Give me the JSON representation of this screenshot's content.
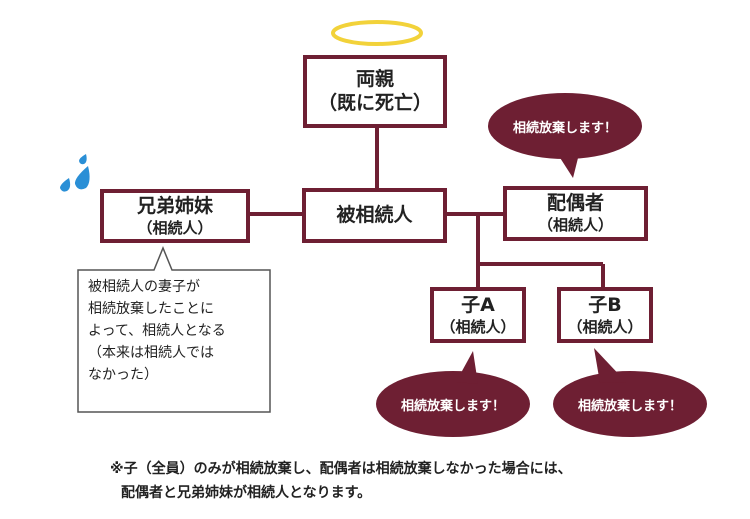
{
  "nodes": {
    "parents": {
      "name": "両親",
      "note": "（既に死亡）"
    },
    "decedent": {
      "name": "被相続人"
    },
    "siblings": {
      "name": "兄弟姉妹",
      "status": "（相続人）"
    },
    "spouse": {
      "name": "配偶者",
      "status": "（相続人）"
    },
    "child_a": {
      "name": "子A",
      "status": "（相続人）"
    },
    "child_b": {
      "name": "子B",
      "status": "（相続人）"
    }
  },
  "bubbles": {
    "spouse": "相続放棄します！",
    "child_a": "相続放棄します！",
    "child_b": "相続放棄します！"
  },
  "callout": {
    "lines": [
      "被相続人の妻子が",
      "相続放棄したことに",
      "よって、相続人となる",
      "（本来は相続人では",
      "なかった）"
    ]
  },
  "footnote": {
    "line1": "※子（全員）のみが相続放棄し、配偶者は相続放棄しなかった場合には、",
    "line2": "配偶者と兄弟姉妹が相続人となります。"
  },
  "colors": {
    "accent": "#6e1f33",
    "halo": "#f2d23a",
    "sweat": "#2a8fd6"
  }
}
